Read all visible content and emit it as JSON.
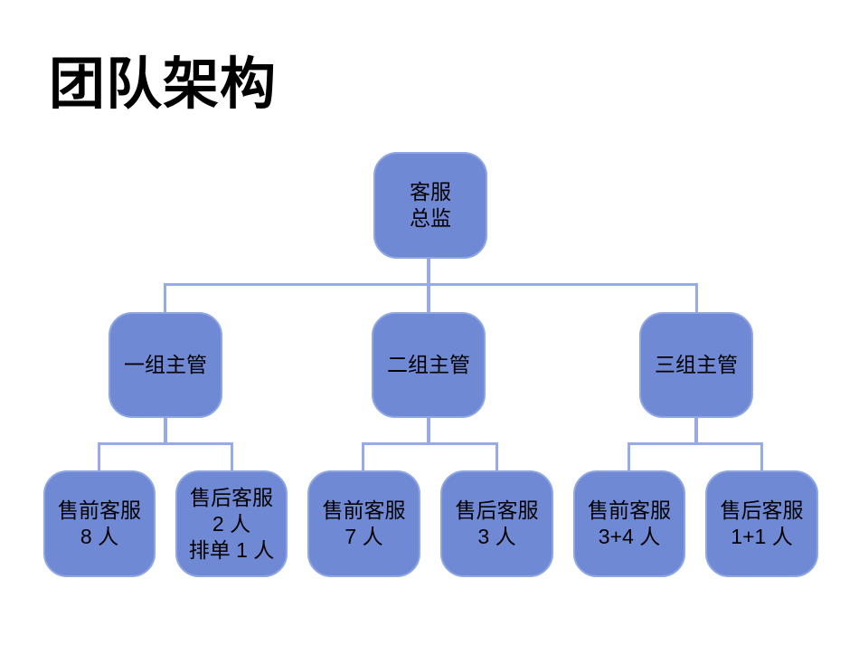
{
  "slide": {
    "title": "团队架构"
  },
  "org": {
    "root": "客服\n总监",
    "groups": [
      {
        "manager": "一组主管",
        "presale": "售前客服\n8 人",
        "postsale": "售后客服\n2 人\n排单 1 人"
      },
      {
        "manager": "二组主管",
        "presale": "售前客服\n7 人",
        "postsale": "售后客服\n3 人"
      },
      {
        "manager": "三组主管",
        "presale": "售前客服\n3+4 人",
        "postsale": "售后客服\n1+1 人"
      }
    ]
  },
  "colors": {
    "background": "#FFFFFF",
    "box_fill": "#7089D5",
    "box_border": "#8EA6E2",
    "connector": "#96ABE5",
    "text": "#000000",
    "title_text": "#000000"
  }
}
